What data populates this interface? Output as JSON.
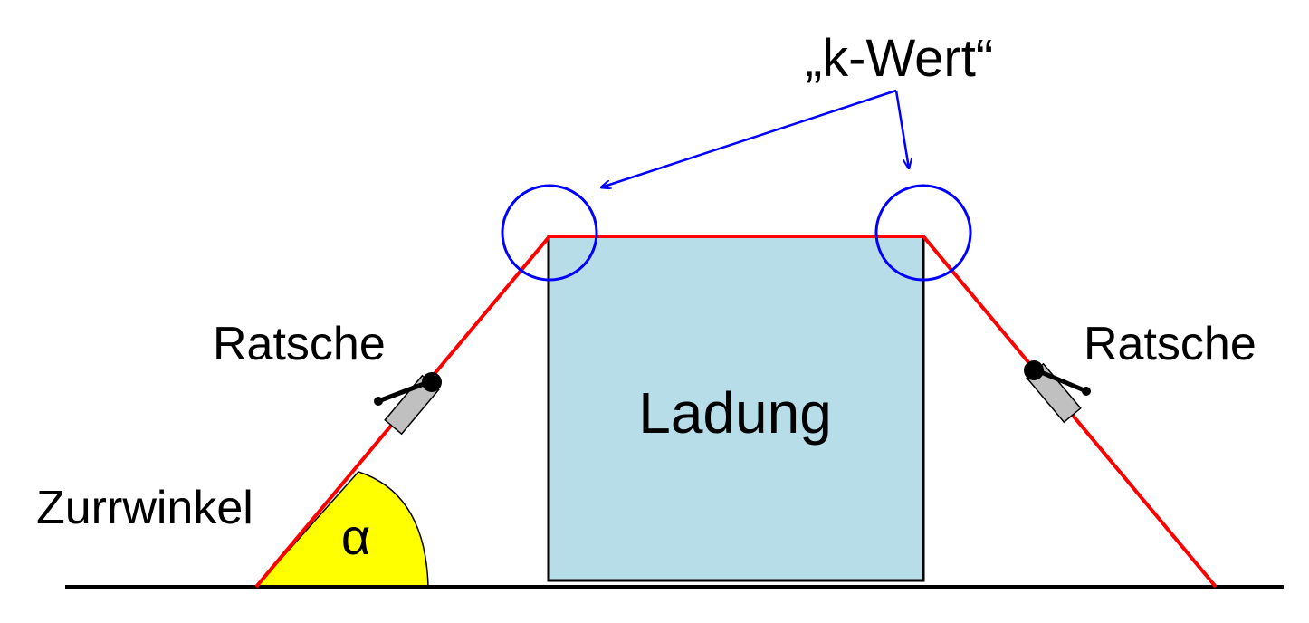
{
  "labels": {
    "k_value": "„k-Wert“",
    "ratchet_left": "Ratsche",
    "ratchet_right": "Ratsche",
    "lashing_angle": "Zurrwinkel",
    "alpha": "α",
    "cargo": "Ladung"
  },
  "colors": {
    "strap": "#ff0000",
    "cargo_fill": "#b7dde8",
    "highlight": "#0000ff",
    "angle_fill": "#ffff00",
    "ratchet_body": "#c0c0c0"
  }
}
